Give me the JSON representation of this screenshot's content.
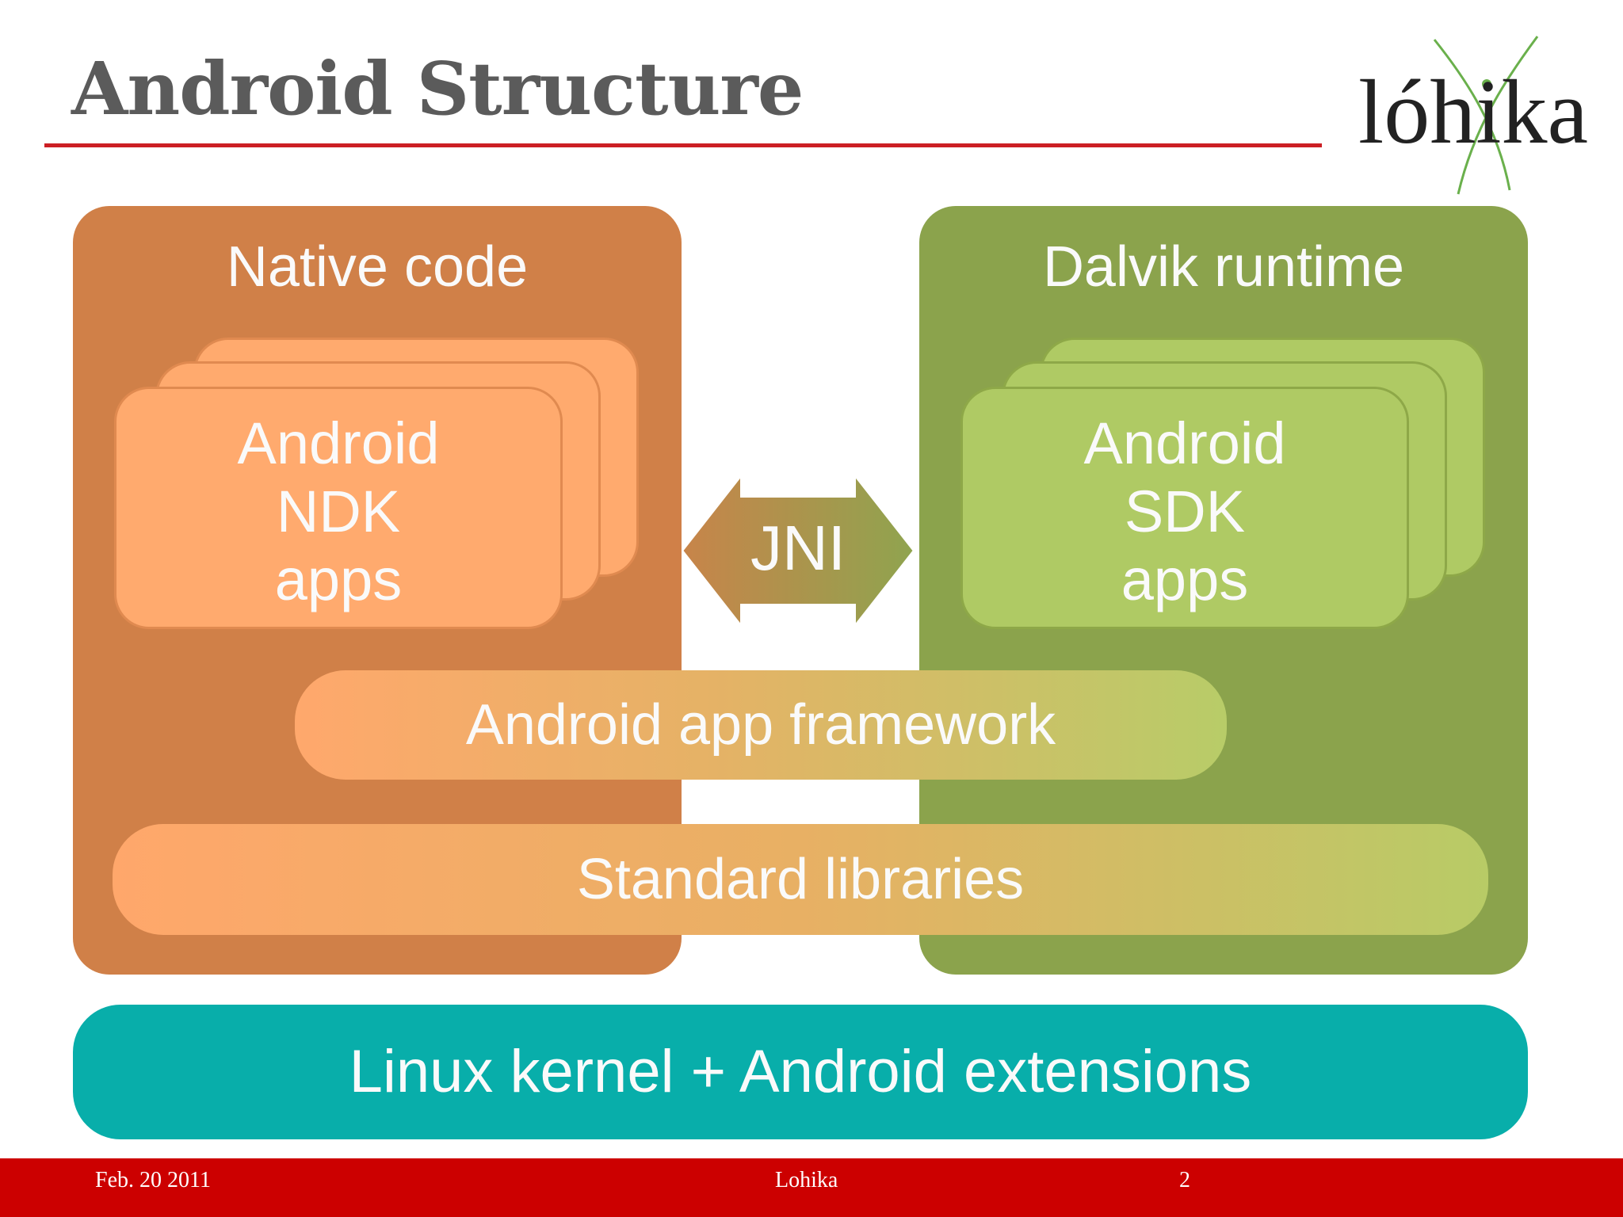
{
  "slide": {
    "title": "Android Structure",
    "logo_text": "lóhika"
  },
  "colors": {
    "title_text": "#5b5b5b",
    "title_rule": "#cc1f24",
    "native_panel": "#d08048",
    "native_card": "#ffaa6e",
    "dalvik_panel": "#8ba34c",
    "dalvik_card": "#afca64",
    "jni_arrow_left": "#c8844a",
    "jni_arrow_right": "#8fa44f",
    "kernel_bar": "#08aeaa",
    "footer_bar": "#cc0000",
    "logo_orbit": "#6ab04c"
  },
  "diagram": {
    "native": {
      "title": "Native code",
      "app_lines": [
        "Android",
        "NDK",
        "apps"
      ]
    },
    "dalvik": {
      "title": "Dalvik runtime",
      "app_lines": [
        "Android",
        "SDK",
        "apps"
      ]
    },
    "bridge": {
      "label": "JNI",
      "icon": "double-arrow-icon"
    },
    "framework": "Android app framework",
    "std_libs": "Standard libraries",
    "kernel": "Linux kernel + Android extensions"
  },
  "footer": {
    "date": "Feb. 20  2011",
    "company": "Lohika",
    "page": "2"
  }
}
